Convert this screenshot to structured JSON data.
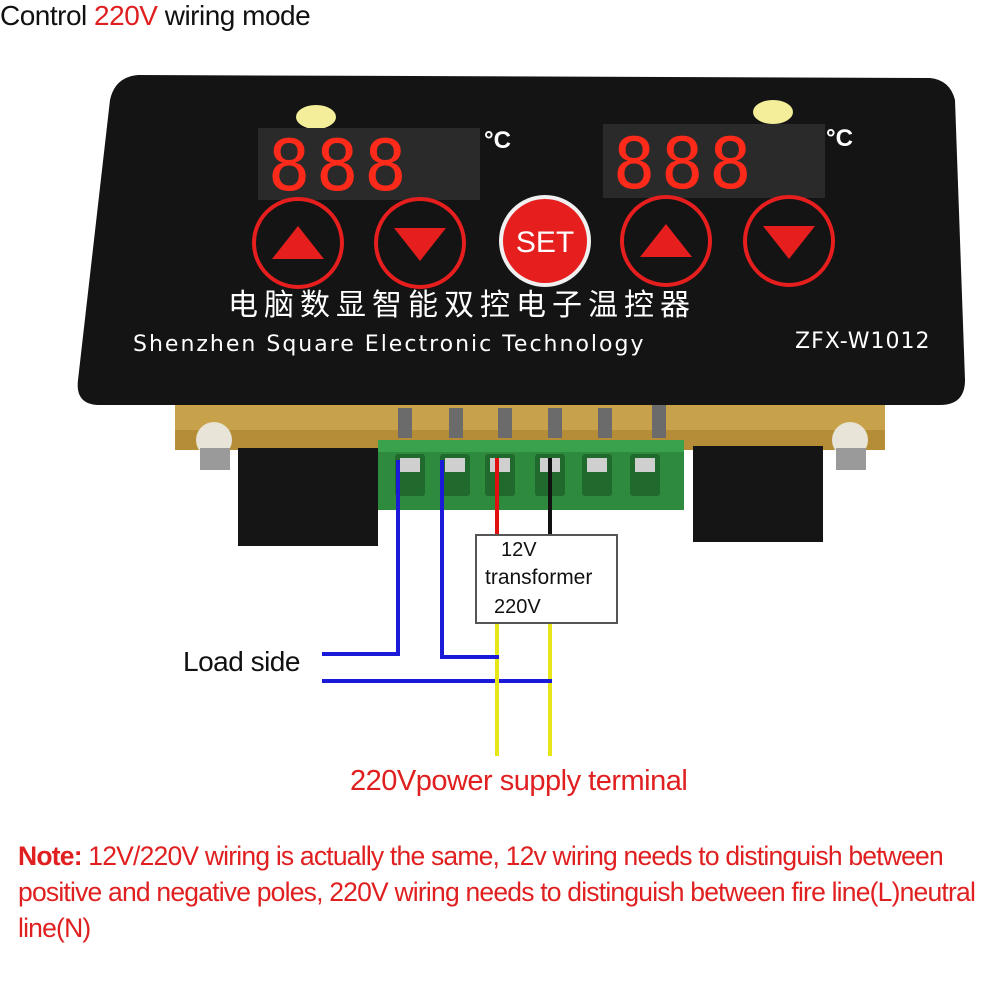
{
  "title": {
    "before": "Control ",
    "highlight": "220V",
    "after": " wiring mode"
  },
  "device": {
    "display_left": "888",
    "display_right": "888",
    "unit_left": "°C",
    "unit_right": "°C",
    "set_label": "SET",
    "chinese_name": "电脑数显智能双控电子温控器",
    "brand": "Shenzhen Square Electronic Technology",
    "model": "ZFX-W1012"
  },
  "transformer": {
    "line1": "12V",
    "line2": "transformer",
    "line3": "220V"
  },
  "labels": {
    "load_side": "Load side",
    "power_supply": "220Vpower supply terminal"
  },
  "note": {
    "prefix": "Note:",
    "text": " 12V/220V wiring is actually the same, 12v wiring needs to distinguish between positive and negative poles, 220V wiring needs to distinguish between fire line(L)neutral line(N)"
  },
  "colors": {
    "accent_red": "#e02020",
    "wire_blue": "#1a1ad8",
    "wire_red": "#e01010",
    "wire_black": "#111111",
    "wire_yellow": "#e6e619",
    "panel_black": "#141414",
    "terminal_green": "#2e8b3e"
  }
}
